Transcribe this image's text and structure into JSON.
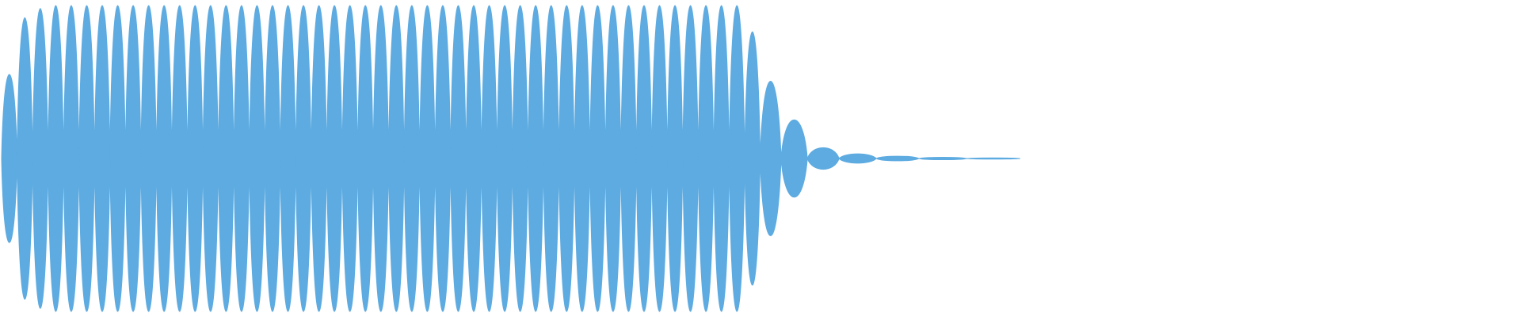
{
  "waveform": {
    "color": "#5DABE1",
    "background": "#FFFFFF",
    "cycles": 48,
    "shape": "symmetric-envelope-sine",
    "envelope": {
      "attack_peak_fraction": [
        0.55,
        0.92,
        0.98
      ],
      "sustain_fraction": 1.0,
      "release_peak_fraction": [
        0.82,
        0.5,
        0.25,
        0.07,
        0.03,
        0.015,
        0.008,
        0.004
      ]
    }
  }
}
